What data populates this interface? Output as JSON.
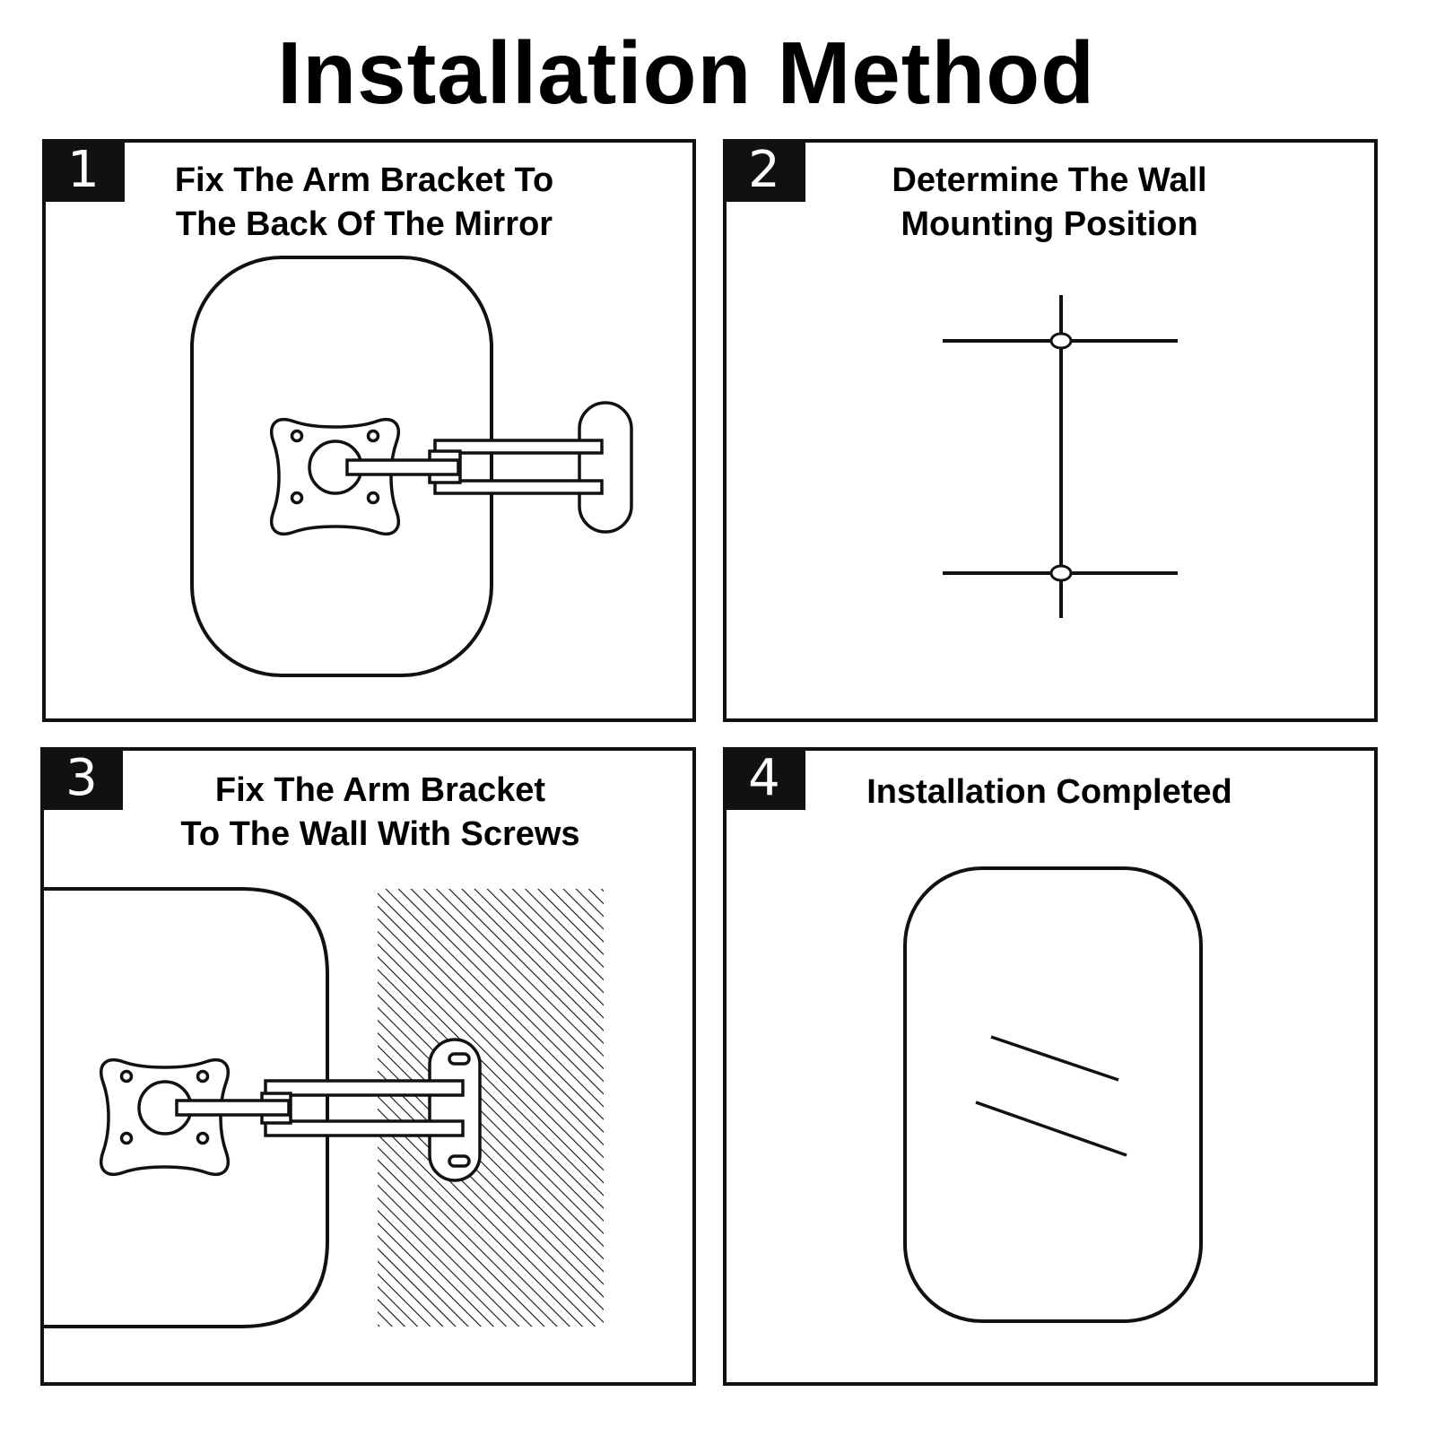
{
  "title": "Installation Method",
  "steps": [
    {
      "number": "1",
      "caption_line1": "Fix The Arm Bracket To",
      "caption_line2": "The Back Of The Mirror"
    },
    {
      "number": "2",
      "caption_line1": "Determine The Wall",
      "caption_line2": "Mounting Position"
    },
    {
      "number": "3",
      "caption_line1": "Fix The Arm Bracket",
      "caption_line2": "To The Wall With Screws"
    },
    {
      "number": "4",
      "caption_line1": "Installation Completed",
      "caption_line2": ""
    }
  ],
  "icons": [
    "mirror-back-icon",
    "arm-bracket-icon",
    "wall-mark-icon",
    "hatched-wall-icon",
    "mirror-front-icon"
  ],
  "colors": {
    "ink": "#111111",
    "background": "#ffffff"
  }
}
